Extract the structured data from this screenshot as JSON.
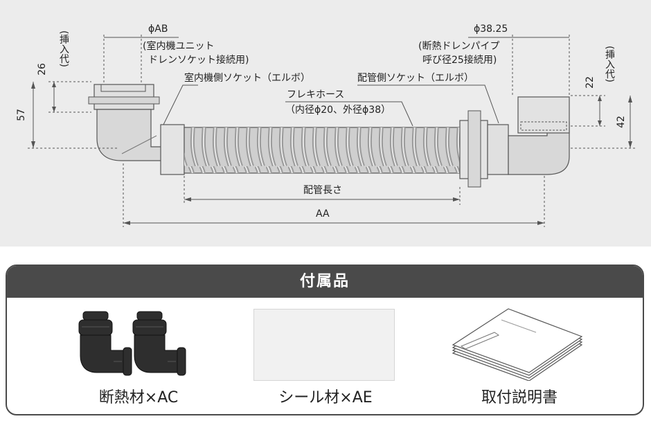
{
  "diagram": {
    "dim_ab": "ϕAB",
    "indoor_socket_conn": [
      "(室内機ユニット",
      "ドレンソケット接続用)"
    ],
    "dim_3825": "ϕ38.25",
    "drain_pipe_conn": [
      "(断熱ドレンパイプ",
      "呼び径25接続用)"
    ],
    "indoor_side_socket": "室内機側ソケット（エルボ）",
    "pipe_side_socket": "配管側ソケット（エルボ）",
    "flexi_hose": "フレキホース",
    "hose_spec": "（内径ϕ20、外径ϕ38）",
    "pipe_length": "配管長さ",
    "dim_aa": "AA",
    "dim_26": "26",
    "dim_57": "57",
    "dim_22": "22",
    "dim_42": "42",
    "insert_allowance": "(挿入代)"
  },
  "accessories": {
    "title": "付属品",
    "items": [
      {
        "label": "断熱材×AC",
        "icon": "insulation-elbow-icon"
      },
      {
        "label": "シール材×AE",
        "icon": "seal-sheet-icon"
      },
      {
        "label": "取付説明書",
        "icon": "manual-booklet-icon"
      }
    ]
  }
}
